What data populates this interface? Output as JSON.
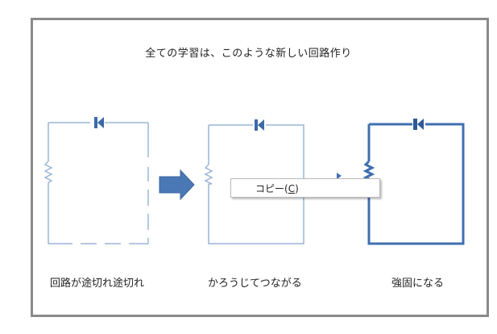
{
  "slide": {
    "title": "全ての学習は、このような新しい回路作り",
    "labels": [
      "回路が途切れ途切れ",
      "かろうじてつながる",
      "強固になる"
    ],
    "colors": {
      "thin_wire": "#9ab6d6",
      "thick_wire": "#3f6fb0",
      "component": "#3c6aa8",
      "arrow": "#4a78b5",
      "frame": "#8a8a8a"
    }
  },
  "context_menu": {
    "item_prefix": "コピー(",
    "item_accel": "C",
    "item_suffix": ")"
  }
}
